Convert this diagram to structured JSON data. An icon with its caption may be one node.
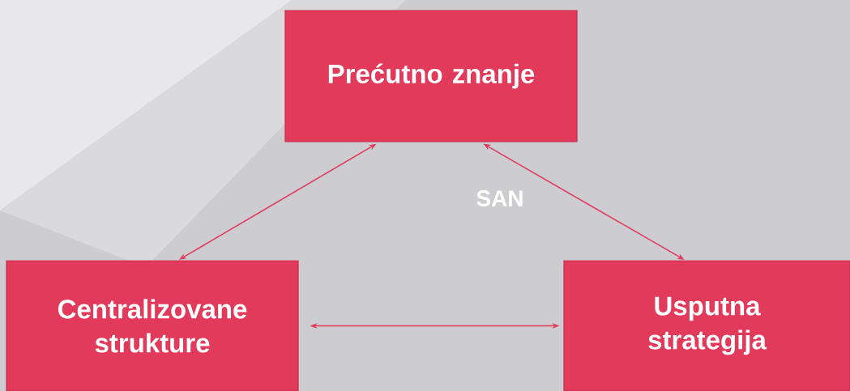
{
  "diagram": {
    "nodes": [
      {
        "text": [
          "Prećutno znanje"
        ]
      },
      {
        "text": [
          "Centralizovane strukture"
        ]
      },
      {
        "text": [
          "Usputna strategija"
        ]
      }
    ],
    "edges": [
      {
        "from": 0,
        "to": 1,
        "arrow": "both"
      },
      {
        "from": 0,
        "to": 2,
        "arrow": "both"
      },
      {
        "from": 1,
        "to": 2,
        "arrow": "both"
      }
    ],
    "labels": [
      "SAN"
    ]
  }
}
